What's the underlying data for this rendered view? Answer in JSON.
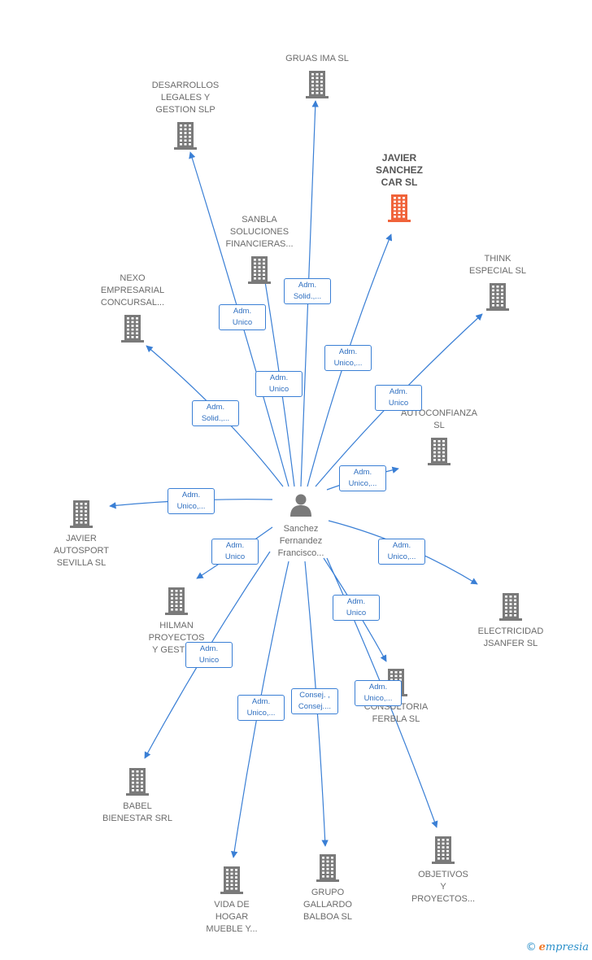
{
  "center": {
    "name_lines": [
      "Sanchez",
      "Fernandez",
      "Francisco..."
    ],
    "icon": "person-icon"
  },
  "colors": {
    "edge": "#3a7fd5",
    "building": "#7a7a7a",
    "building_highlight": "#f0633a",
    "label": "#6b6b6b"
  },
  "companies": [
    {
      "id": "gruas-ima",
      "lines": [
        "GRUAS IMA SL"
      ],
      "highlight": false
    },
    {
      "id": "desarrollos-legales",
      "lines": [
        "DESARROLLOS",
        "LEGALES Y",
        "GESTION SLP"
      ],
      "highlight": false
    },
    {
      "id": "javier-sanchez-car",
      "lines": [
        "JAVIER",
        "SANCHEZ",
        "CAR SL"
      ],
      "highlight": true
    },
    {
      "id": "sanbla",
      "lines": [
        "SANBLA",
        "SOLUCIONES",
        "FINANCIERAS..."
      ],
      "highlight": false
    },
    {
      "id": "think-especial",
      "lines": [
        "THINK",
        "ESPECIAL SL"
      ],
      "highlight": false
    },
    {
      "id": "nexo-empresarial",
      "lines": [
        "NEXO",
        "EMPRESARIAL",
        "CONCURSAL..."
      ],
      "highlight": false
    },
    {
      "id": "autoconfianza",
      "lines": [
        "AUTOCONFIANZA",
        "SL"
      ],
      "highlight": false
    },
    {
      "id": "javier-autosport",
      "lines": [
        "JAVIER",
        "AUTOSPORT",
        "SEVILLA SL"
      ],
      "highlight": false
    },
    {
      "id": "hilman",
      "lines": [
        "HILMAN",
        "PROYECTOS",
        "Y GESTION"
      ],
      "highlight": false
    },
    {
      "id": "electricidad-jsanfer",
      "lines": [
        "ELECTRICIDAD",
        "JSANFER SL"
      ],
      "highlight": false
    },
    {
      "id": "consultoria-ferbla",
      "lines": [
        "CONSULTORIA",
        "FERBLA SL"
      ],
      "highlight": false
    },
    {
      "id": "babel-bienestar",
      "lines": [
        "BABEL",
        "BIENESTAR SRL"
      ],
      "highlight": false
    },
    {
      "id": "objetivos",
      "lines": [
        "OBJETIVOS",
        "Y",
        "PROYECTOS..."
      ],
      "highlight": false
    },
    {
      "id": "vida-de-hogar",
      "lines": [
        "VIDA DE",
        "HOGAR",
        "MUEBLE Y..."
      ],
      "highlight": false
    },
    {
      "id": "grupo-gallardo",
      "lines": [
        "GRUPO",
        "GALLARDO",
        "BALBOA SL"
      ],
      "highlight": false
    }
  ],
  "relations": [
    {
      "target": "gruas-ima",
      "lines": [
        "Adm.",
        "Solid.,..."
      ]
    },
    {
      "target": "desarrollos-legales",
      "lines": [
        "Adm.",
        "Unico"
      ]
    },
    {
      "target": "sanbla",
      "lines": [
        "Adm.",
        "Unico"
      ]
    },
    {
      "target": "javier-sanchez-car",
      "lines": [
        "Adm.",
        "Unico,..."
      ]
    },
    {
      "target": "think-especial",
      "lines": [
        "Adm.",
        "Unico"
      ]
    },
    {
      "target": "nexo-empresarial",
      "lines": [
        "Adm.",
        "Solid.,..."
      ]
    },
    {
      "target": "autoconfianza",
      "lines": [
        "Adm.",
        "Unico,..."
      ]
    },
    {
      "target": "javier-autosport",
      "lines": [
        "Adm.",
        "Unico,..."
      ]
    },
    {
      "target": "hilman",
      "lines": [
        "Adm.",
        "Unico"
      ]
    },
    {
      "target": "electricidad-jsanfer",
      "lines": [
        "Adm.",
        "Unico,..."
      ]
    },
    {
      "target": "consultoria-ferbla",
      "lines": [
        "Adm.",
        "Unico"
      ]
    },
    {
      "target": "babel-bienestar",
      "lines": [
        "Adm.",
        "Unico"
      ]
    },
    {
      "target": "objetivos",
      "lines": [
        "Adm.",
        "Unico,..."
      ]
    },
    {
      "target": "vida-de-hogar",
      "lines": [
        "Adm.",
        "Unico,..."
      ]
    },
    {
      "target": "grupo-gallardo",
      "lines": [
        "Consej. ,",
        "Consej...."
      ]
    }
  ],
  "brand": {
    "copyright": "©",
    "initial": "e",
    "rest": "mpresia"
  }
}
